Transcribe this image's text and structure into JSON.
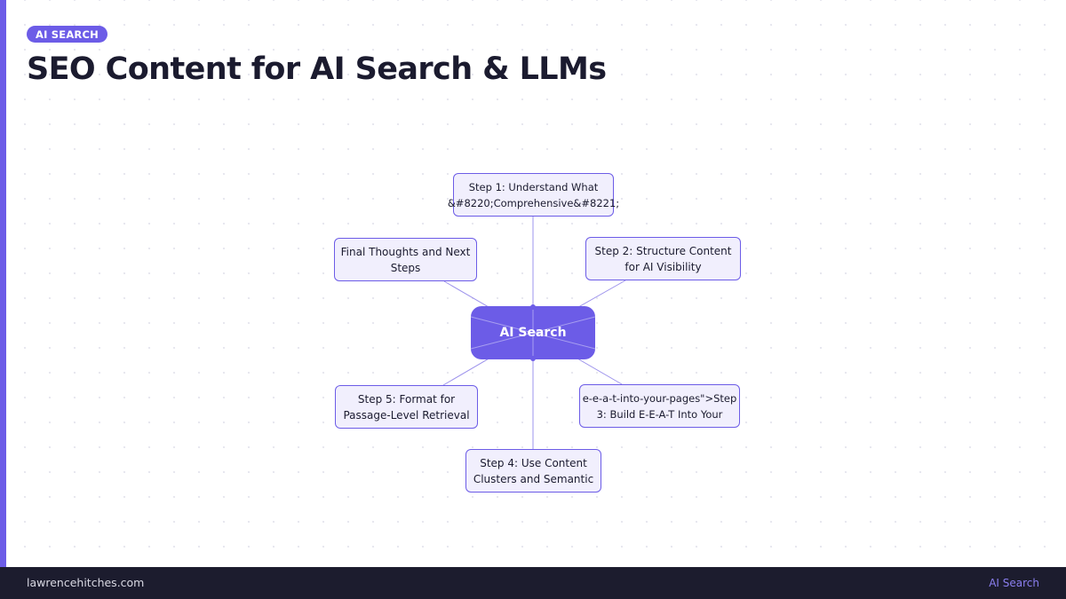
{
  "header": {
    "badge": "AI SEARCH",
    "title": "SEO Content for AI Search & LLMs"
  },
  "diagram": {
    "center": "AI Search",
    "nodes": [
      {
        "line1": "Step 1: Understand What",
        "line2": "&#8220;Comprehensive&#8221;"
      },
      {
        "line1": "Step 2: Structure Content",
        "line2": "for AI Visibility"
      },
      {
        "line1": "e-e-a-t-into-your-pages\">Step",
        "line2": "3: Build E-E-A-T Into Your"
      },
      {
        "line1": "Step 4: Use Content",
        "line2": "Clusters and Semantic"
      },
      {
        "line1": "Step 5: Format for",
        "line2": "Passage-Level Retrieval"
      },
      {
        "line1": "Final Thoughts and Next",
        "line2": "Steps"
      }
    ]
  },
  "footer": {
    "site": "lawrencehitches.com",
    "tag": "AI Search"
  },
  "colors": {
    "accent": "#6c5ce7",
    "node_fill": "#f1effd",
    "footer_bg": "#1c1c2e",
    "title": "#1b1b2f"
  }
}
